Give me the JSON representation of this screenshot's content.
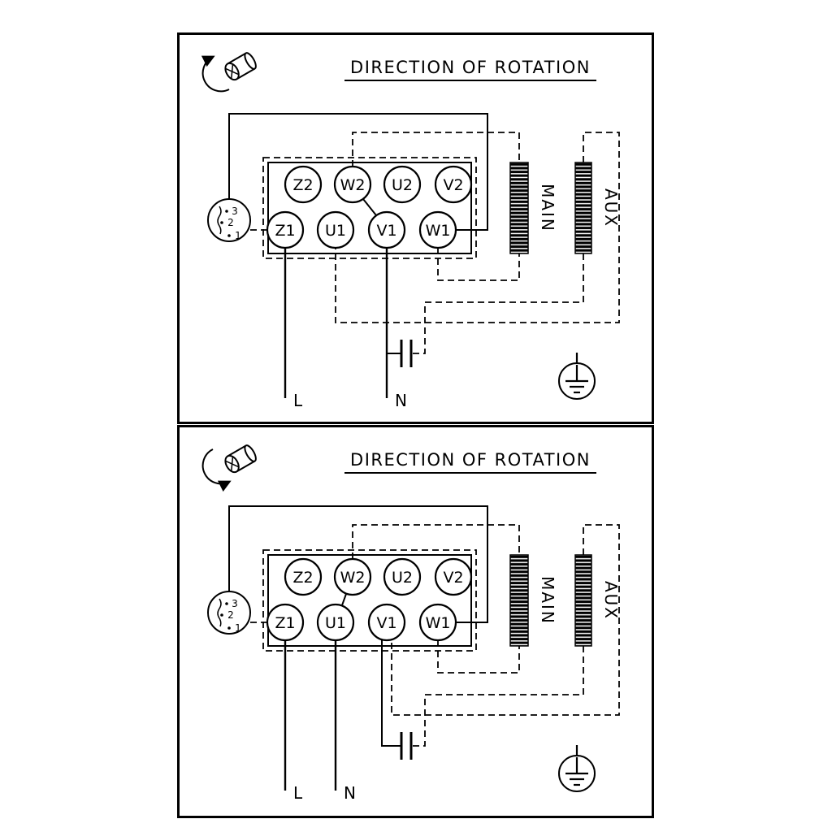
{
  "diagram": {
    "background_color": "#ffffff",
    "line_color": "#000000",
    "panels": [
      {
        "title": "DIRECTION OF ROTATION",
        "rotation_direction": "counterclockwise",
        "terminal_block": {
          "top_row": [
            "Z2",
            "W2",
            "U2",
            "V2"
          ],
          "bottom_row": [
            "Z1",
            "U1",
            "V1",
            "W1"
          ]
        },
        "windings": {
          "main": "MAIN",
          "aux": "AUX"
        },
        "switch": {
          "positions": [
            "3",
            "2",
            "1"
          ]
        },
        "power": {
          "line": "L",
          "neutral": "N"
        },
        "bridge_link": "W2-V1"
      },
      {
        "title": "DIRECTION OF ROTATION",
        "rotation_direction": "clockwise",
        "terminal_block": {
          "top_row": [
            "Z2",
            "W2",
            "U2",
            "V2"
          ],
          "bottom_row": [
            "Z1",
            "U1",
            "V1",
            "W1"
          ]
        },
        "windings": {
          "main": "MAIN",
          "aux": "AUX"
        },
        "switch": {
          "positions": [
            "3",
            "2",
            "1"
          ]
        },
        "power": {
          "line": "L",
          "neutral": "N"
        },
        "bridge_link": "W2-U1"
      }
    ]
  }
}
